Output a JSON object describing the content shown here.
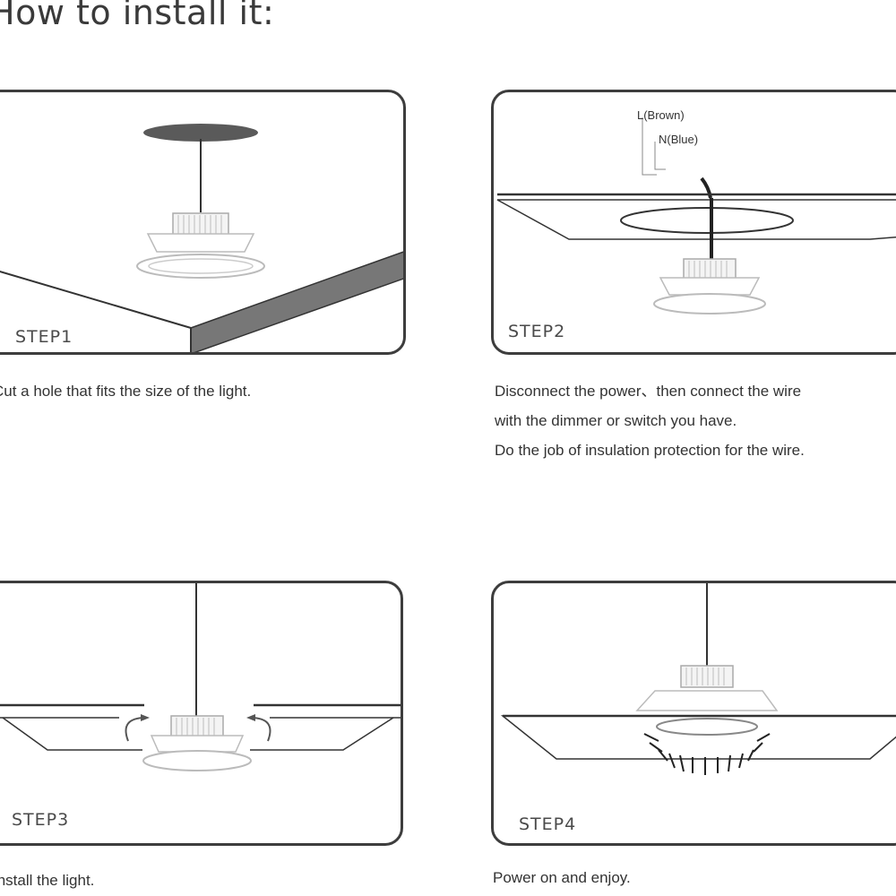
{
  "title": "How to install it:",
  "steps": [
    {
      "label": "STEP1",
      "caption": [
        "Cut a hole that fits the size of the light."
      ]
    },
    {
      "label": "STEP2",
      "caption": [
        "Disconnect the power、then connect the wire",
        "with the dimmer or switch you have.",
        "Do the job of insulation protection for the wire."
      ],
      "wires": {
        "live": "L(Brown)",
        "neutral": "N(Blue)"
      }
    },
    {
      "label": "STEP3",
      "caption": [
        "Install the light."
      ]
    },
    {
      "label": "STEP4",
      "caption": [
        "Power on and enjoy."
      ]
    }
  ]
}
